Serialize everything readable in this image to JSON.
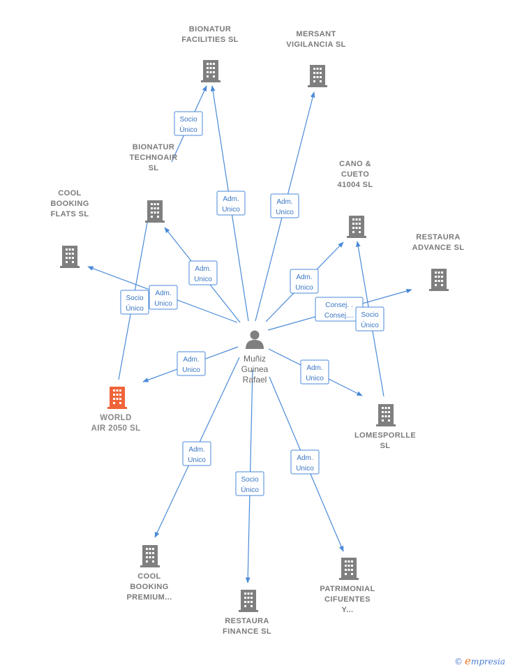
{
  "person": {
    "label_lines": [
      "Muñiz",
      "Guinea",
      "Rafael"
    ],
    "icon": "person-icon"
  },
  "nodes": [
    {
      "id": "bionatur-facilities",
      "label_lines": [
        "BIONATUR",
        "FACILITIES  SL"
      ],
      "icon": "building-icon",
      "highlight": false
    },
    {
      "id": "mersant-vigilancia",
      "label_lines": [
        "MERSANT",
        "VIGILANCIA  SL"
      ],
      "icon": "building-icon",
      "highlight": false
    },
    {
      "id": "bionatur-technoair",
      "label_lines": [
        "BIONATUR",
        "TECHNOAIR",
        "SL"
      ],
      "icon": "building-icon",
      "highlight": false
    },
    {
      "id": "cano-cueto",
      "label_lines": [
        "CANO &",
        "CUETO",
        "41004  SL"
      ],
      "icon": "building-icon",
      "highlight": false
    },
    {
      "id": "cool-booking-flats",
      "label_lines": [
        "COOL",
        "BOOKING",
        "FLATS  SL"
      ],
      "icon": "building-icon",
      "highlight": false
    },
    {
      "id": "restaura-advance",
      "label_lines": [
        "RESTAURA",
        "ADVANCE  SL"
      ],
      "icon": "building-icon",
      "highlight": false
    },
    {
      "id": "world-air-2050",
      "label_lines": [
        "WORLD",
        "AIR 2050  SL"
      ],
      "icon": "building-icon",
      "highlight": true
    },
    {
      "id": "lomesporlle",
      "label_lines": [
        "LOMESPORLLE",
        "SL"
      ],
      "icon": "building-icon",
      "highlight": false
    },
    {
      "id": "cool-booking-premium",
      "label_lines": [
        "COOL",
        "BOOKING",
        "PREMIUM..."
      ],
      "icon": "building-icon",
      "highlight": false
    },
    {
      "id": "restaura-finance",
      "label_lines": [
        "RESTAURA",
        "FINANCE  SL"
      ],
      "icon": "building-icon",
      "highlight": false
    },
    {
      "id": "patrimonial-cifuentes",
      "label_lines": [
        "PATRIMONIAL",
        "CIFUENTES",
        "Y..."
      ],
      "icon": "building-icon",
      "highlight": false
    }
  ],
  "edges": [
    {
      "from": "bionatur-technoair",
      "to": "bionatur-facilities",
      "label_lines": [
        "Socio",
        "Único"
      ]
    },
    {
      "from": "person",
      "to": "bionatur-facilities",
      "label_lines": [
        "Adm.",
        "Unico"
      ]
    },
    {
      "from": "person",
      "to": "mersant-vigilancia",
      "label_lines": [
        "Adm.",
        "Unico"
      ]
    },
    {
      "from": "person",
      "to": "bionatur-technoair",
      "label_lines": [
        "Adm.",
        "Unico"
      ]
    },
    {
      "from": "person",
      "to": "cool-booking-flats",
      "label_lines": [
        "Adm.",
        "Unico"
      ]
    },
    {
      "from": "world-air-2050",
      "to": "bionatur-technoair",
      "label_lines": [
        "Socio",
        "Único"
      ]
    },
    {
      "from": "person",
      "to": "cano-cueto",
      "label_lines": [
        "Adm.",
        "Unico"
      ]
    },
    {
      "from": "person",
      "to": "restaura-advance",
      "label_lines": [
        "Consej. .",
        "Consej...."
      ]
    },
    {
      "from": "lomesporlle",
      "to": "cano-cueto",
      "label_lines": [
        "Socio",
        "Único"
      ]
    },
    {
      "from": "person",
      "to": "world-air-2050",
      "label_lines": [
        "Adm.",
        "Unico"
      ]
    },
    {
      "from": "person",
      "to": "lomesporlle",
      "label_lines": [
        "Adm.",
        "Unico"
      ]
    },
    {
      "from": "person",
      "to": "cool-booking-premium",
      "label_lines": [
        "Adm.",
        "Unico"
      ]
    },
    {
      "from": "person",
      "to": "restaura-finance",
      "label_lines": [
        "Socio",
        "Único"
      ]
    },
    {
      "from": "person",
      "to": "patrimonial-cifuentes",
      "label_lines": [
        "Adm.",
        "Unico"
      ]
    }
  ],
  "colors": {
    "edge": "#4a8ad8",
    "building": "#7f7f7f",
    "highlight": "#f0643a",
    "person": "#7f7f7f"
  },
  "watermark": {
    "copyright": "©",
    "brand_initial": "e",
    "brand_rest": "mpresia"
  }
}
